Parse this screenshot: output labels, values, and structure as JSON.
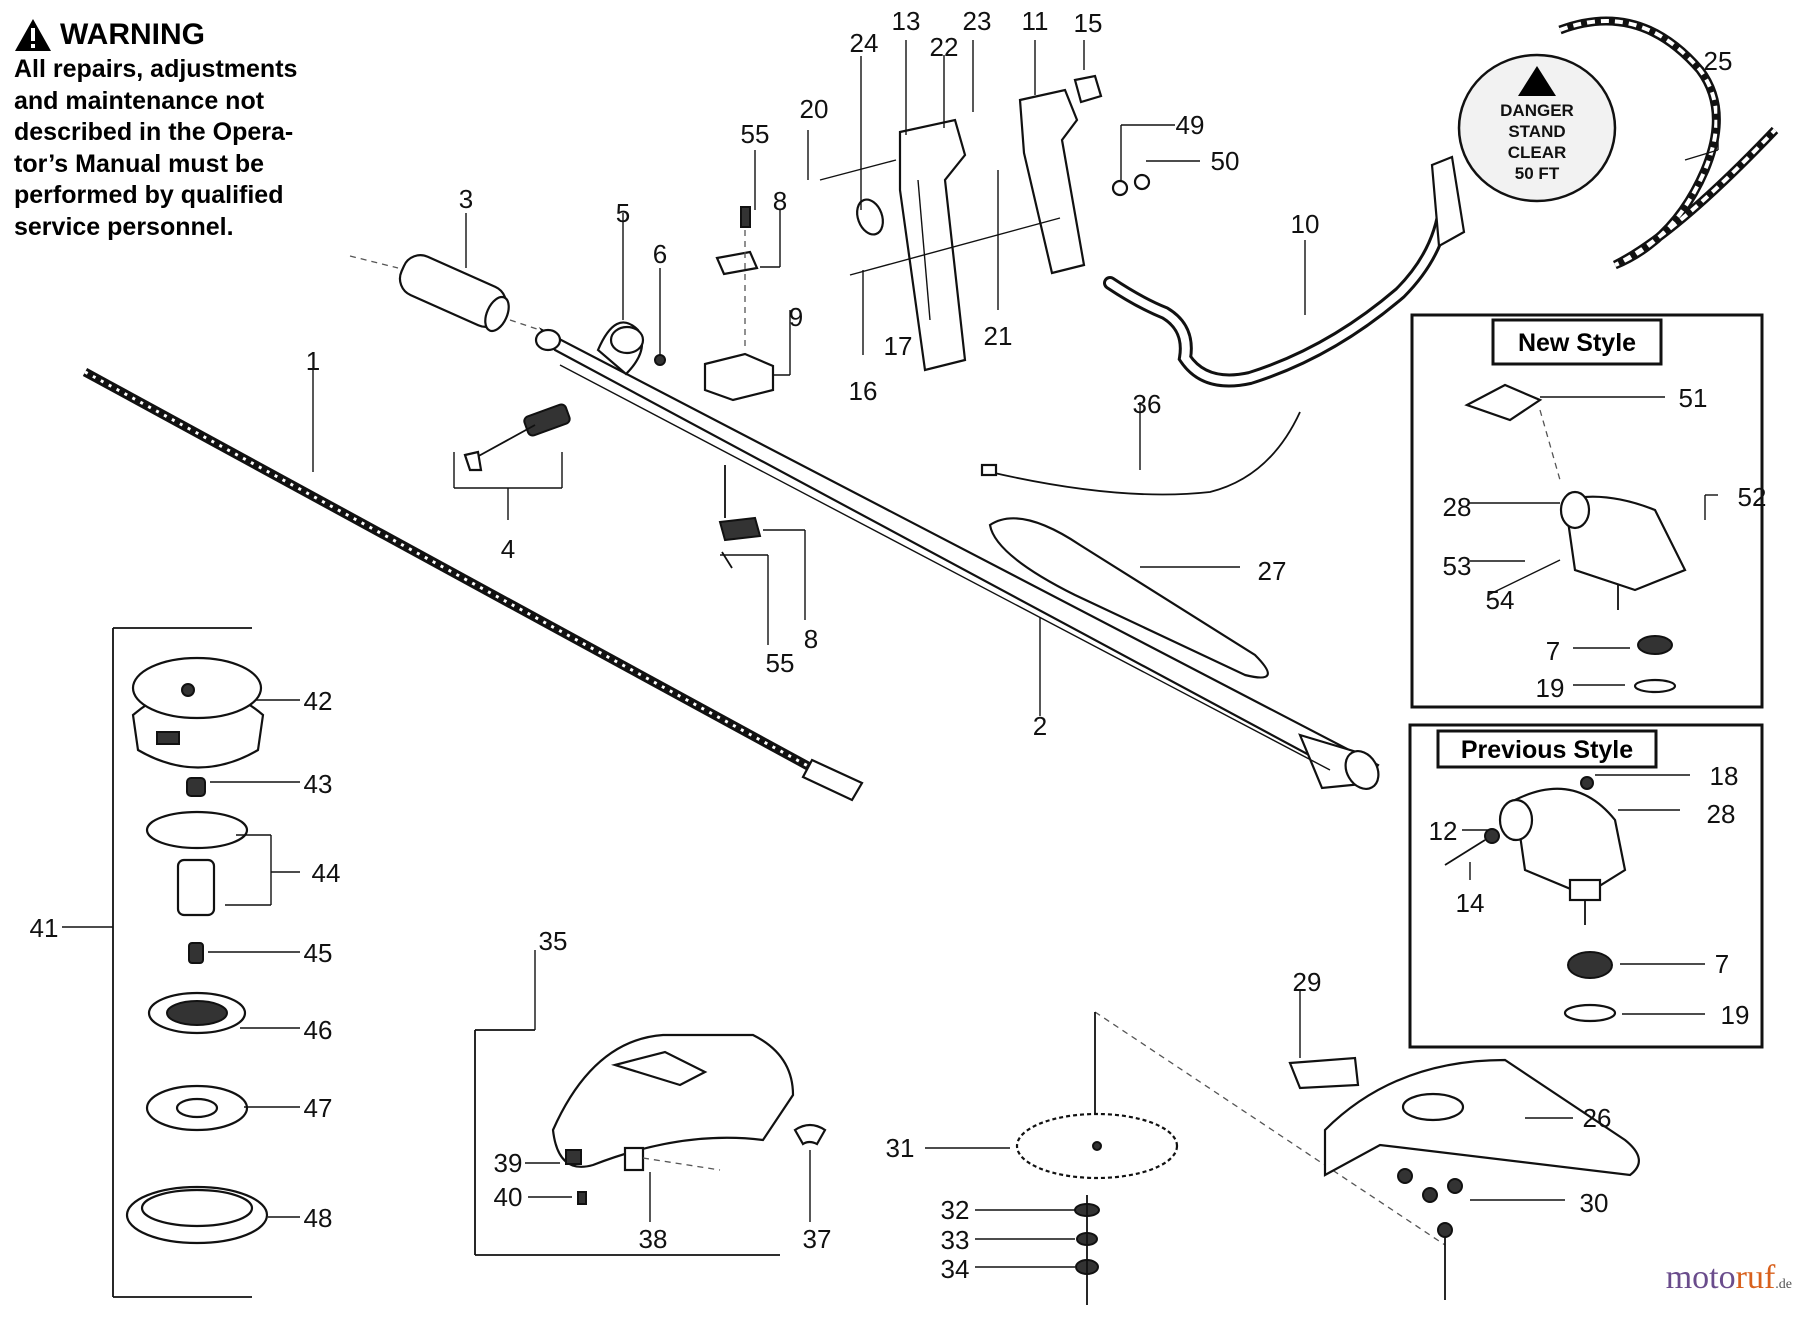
{
  "warning": {
    "title": "WARNING",
    "lines": [
      "All repairs, adjustments",
      "and maintenance not",
      "described in the Opera-",
      "tor’s Manual must be",
      "performed by qualified",
      "service personnel."
    ]
  },
  "decal": {
    "lines": [
      "DANGER",
      "STAND",
      "CLEAR",
      "50 FT"
    ]
  },
  "boxes": {
    "new_style": "New Style",
    "previous_style": "Previous Style"
  },
  "callouts": {
    "c1": "1",
    "c2": "2",
    "c3": "3",
    "c4": "4",
    "c5": "5",
    "c6": "6",
    "c7a": "7",
    "c7b": "7",
    "c8a": "8",
    "c8b": "8",
    "c9": "9",
    "c10": "10",
    "c11": "11",
    "c12": "12",
    "c13": "13",
    "c14": "14",
    "c15": "15",
    "c16": "16",
    "c17": "17",
    "c18": "18",
    "c19a": "19",
    "c19b": "19",
    "c20": "20",
    "c21": "21",
    "c22": "22",
    "c23": "23",
    "c24": "24",
    "c25": "25",
    "c26": "26",
    "c27": "27",
    "c28a": "28",
    "c28b": "28",
    "c29": "29",
    "c30": "30",
    "c31": "31",
    "c32": "32",
    "c33": "33",
    "c34": "34",
    "c35": "35",
    "c36": "36",
    "c37": "37",
    "c38": "38",
    "c39": "39",
    "c40": "40",
    "c41": "41",
    "c42": "42",
    "c43": "43",
    "c44": "44",
    "c45": "45",
    "c46": "46",
    "c47": "47",
    "c48": "48",
    "c49": "49",
    "c50": "50",
    "c51": "51",
    "c52": "52",
    "c53": "53",
    "c54": "54",
    "c55a": "55",
    "c55b": "55"
  },
  "watermark": {
    "part1": "moto",
    "part2": "ruf",
    "suffix": ".de"
  }
}
